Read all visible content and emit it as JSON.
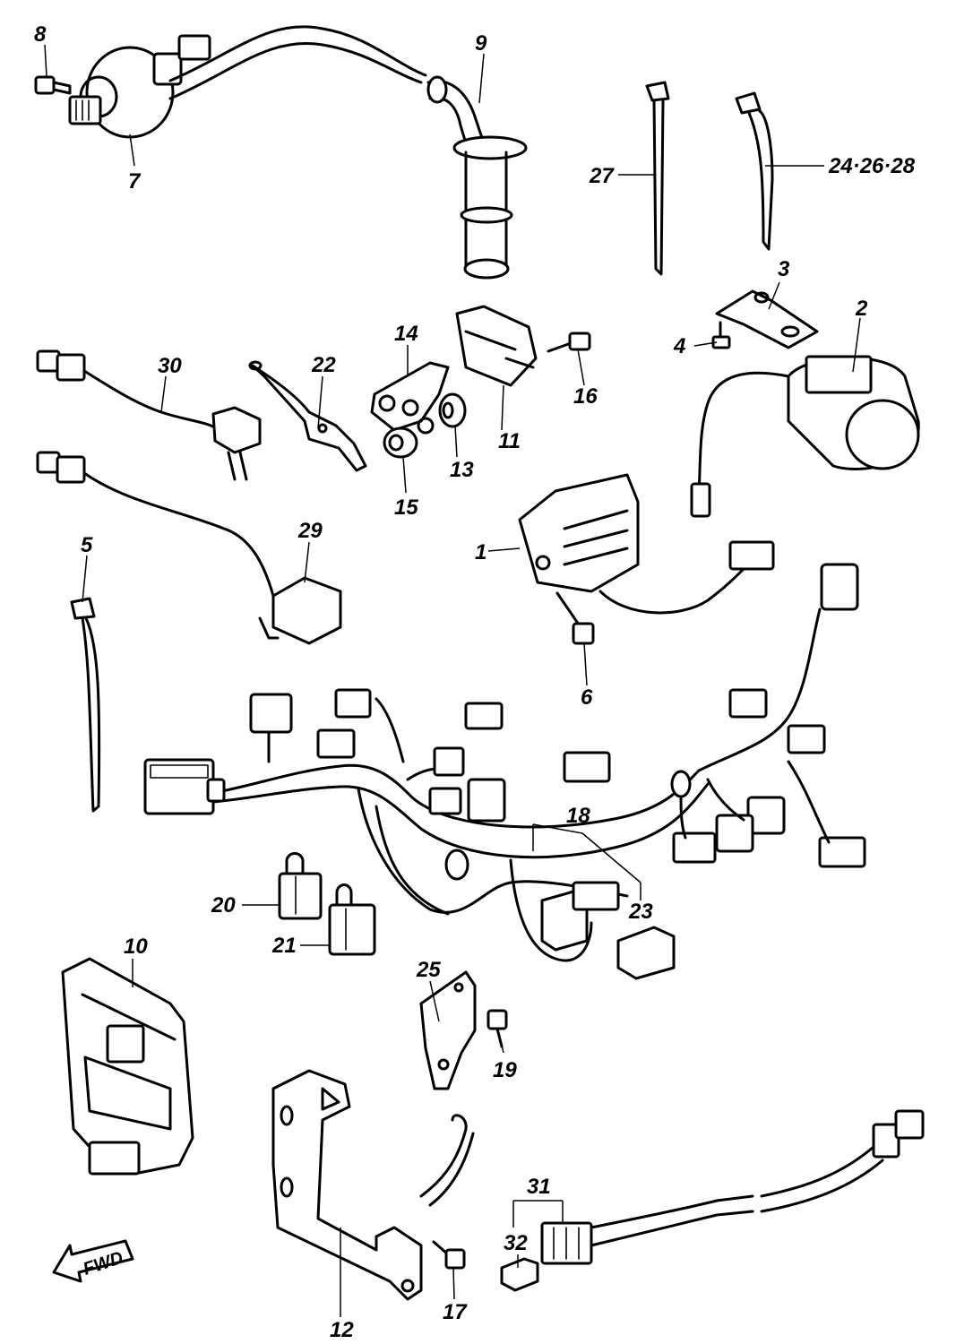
{
  "callouts": {
    "p1": "1",
    "p2": "2",
    "p3": "3",
    "p4": "4",
    "p5": "5",
    "p6": "6",
    "p7": "7",
    "p8": "8",
    "p9": "9",
    "p10": "10",
    "p11": "11",
    "p12": "12",
    "p13": "13",
    "p14": "14",
    "p15": "15",
    "p16": "16",
    "p17": "17",
    "p18": "18",
    "p19": "19",
    "p20": "20",
    "p21": "21",
    "p22": "22",
    "p23": "23",
    "p25": "25",
    "p27": "27",
    "p29": "29",
    "p30": "30",
    "p31": "31",
    "p32": "32",
    "p24_26_28": "24·26·28"
  },
  "fwd_label": "FWD",
  "colors": {
    "line": "#000000",
    "background": "#ffffff"
  }
}
